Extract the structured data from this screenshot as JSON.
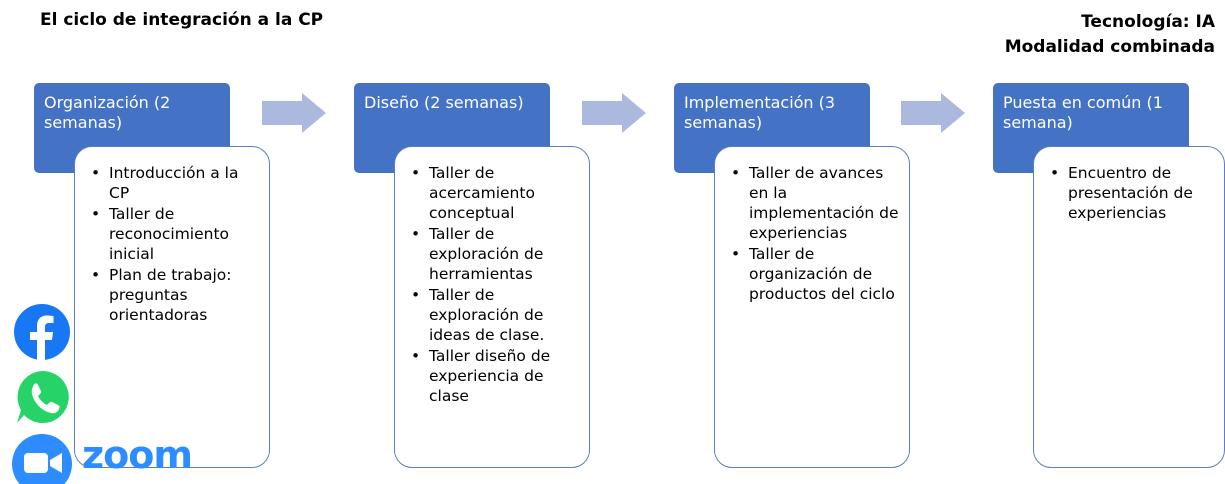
{
  "title_left": "El ciclo de integración a la CP",
  "title_right_line1": "Tecnología: IA",
  "title_right_line2": "Modalidad combinada",
  "stages": [
    {
      "header": "Organización (2 semanas)",
      "items": [
        "Introducción a la CP",
        "Taller de reconocimiento inicial",
        "Plan de trabajo: preguntas orientadoras"
      ]
    },
    {
      "header": "Diseño (2 semanas)",
      "items": [
        "Taller de acercamiento conceptual",
        "Taller de exploración de herramientas",
        "Taller de exploración de ideas de clase.",
        "Taller diseño de experiencia de clase"
      ]
    },
    {
      "header": "Implementación (3 semanas)",
      "items": [
        "Taller de avances en la implementación de experiencias",
        "Taller de organización de productos del ciclo"
      ]
    },
    {
      "header": "Puesta en común (1 semana)",
      "items": [
        "Encuentro de presentación de experiencias"
      ]
    }
  ],
  "logos": {
    "zoom_text": "zoom",
    "icons": [
      "facebook-icon",
      "whatsapp-icon",
      "zoom-icon"
    ]
  },
  "colors": {
    "header_blue": "#4472c4",
    "card_border": "#5b7fc7",
    "arrow": "#aab9dd",
    "facebook": "#1877f2",
    "whatsapp": "#25d366",
    "zoom": "#2d8cff"
  }
}
